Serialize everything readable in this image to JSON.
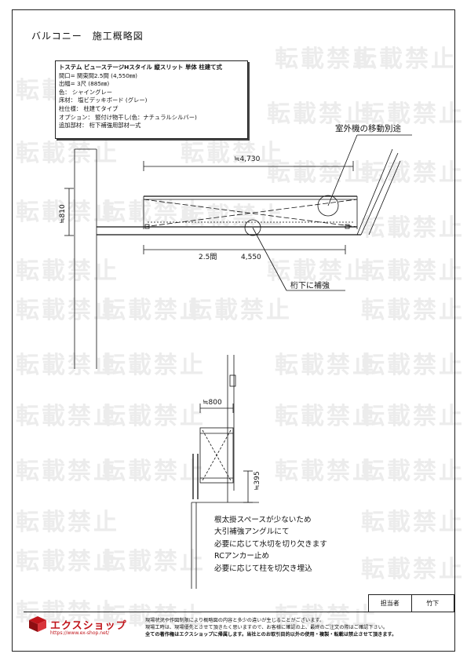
{
  "title": "バルコニー　施工概略図",
  "spec": {
    "heading": "トステム ビューステージHスタイル 縦スリット 単体 柱建て式",
    "lines": [
      "間口= 関東間2.5間 (4,550㎜)",
      "出幅= 3尺 (885㎜)",
      "色： シャイングレー",
      "床材： 塩ビデッキボード (グレー)",
      "柱仕様： 柱建てタイプ",
      "オプション： 竪付け物干し(色：ナチュラルシルバー)",
      "追加部材： 桁下補強用部材一式"
    ]
  },
  "plan": {
    "dim_top": "≒4,730",
    "dim_bottom_span": "2.5間",
    "dim_bottom_value": "4,550",
    "dim_depth": "≒810",
    "callout_ac": "室外機の移動別途",
    "callout_beam": "桁下に補強"
  },
  "section": {
    "dim_width": "≒800",
    "dim_height": "≒395"
  },
  "notes": [
    "根太掛スペースが少ないため",
    "大引補強アングルにて",
    "必要に応じて水切を切り欠きます",
    "RCアンカー止め",
    "必要に応じて柱を切欠き埋込"
  ],
  "watermark": "転載禁止",
  "staff": {
    "label": "担当者",
    "name": "竹下"
  },
  "logo": {
    "name": "エクスショップ",
    "url": "https://www.ex-shop.net/"
  },
  "footer_notes": [
    "現場状況や作図制限により概略図の内容と多少の違いが生じることがございます。",
    "現場工時は、現場優先とさせて頂きたく思いますので、お客様に確認の上、最終のご注文の際はご確認下さい。",
    "全ての著作権はエクスショップに帰属します。当社とのお取引目的以外の使用・複製・転載は禁止させて頂きます。"
  ],
  "colors": {
    "ink": "#111111",
    "watermark": "#ececec",
    "brand": "#c0141a"
  }
}
